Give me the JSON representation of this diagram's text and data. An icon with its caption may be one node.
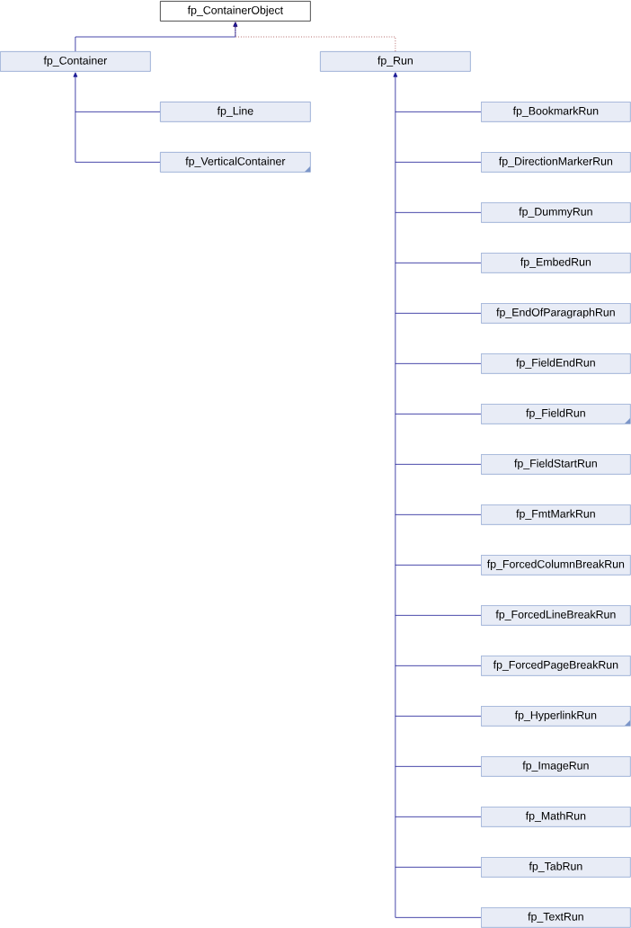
{
  "diagram": {
    "nodes": [
      {
        "text": [
          "fp_ContainerObject"
        ]
      },
      {
        "text": [
          "fp_Container"
        ]
      },
      {
        "text": [
          "fp_Run"
        ]
      },
      {
        "text": [
          "fp_Line"
        ]
      },
      {
        "text": [
          "fp_VerticalContainer"
        ]
      },
      {
        "text": [
          "fp_BookmarkRun"
        ]
      },
      {
        "text": [
          "fp_DirectionMarkerRun"
        ]
      },
      {
        "text": [
          "fp_DummyRun"
        ]
      },
      {
        "text": [
          "fp_EmbedRun"
        ]
      },
      {
        "text": [
          "fp_EndOfParagraphRun"
        ]
      },
      {
        "text": [
          "fp_FieldEndRun"
        ]
      },
      {
        "text": [
          "fp_FieldRun"
        ]
      },
      {
        "text": [
          "fp_FieldStartRun"
        ]
      },
      {
        "text": [
          "fp_FmtMarkRun"
        ]
      },
      {
        "text": [
          "fp_ForcedColumnBreakRun"
        ]
      },
      {
        "text": [
          "fp_ForcedLineBreakRun"
        ]
      },
      {
        "text": [
          "fp_ForcedPageBreakRun"
        ]
      },
      {
        "text": [
          "fp_HyperlinkRun"
        ]
      },
      {
        "text": [
          "fp_ImageRun"
        ]
      },
      {
        "text": [
          "fp_MathRun"
        ]
      },
      {
        "text": [
          "fp_TabRun"
        ]
      },
      {
        "text": [
          "fp_TextRun"
        ]
      }
    ],
    "edges": [
      {
        "from": 2,
        "to": 0,
        "arrow": "to",
        "style": "dashed",
        "color": "#8b1a1a"
      },
      {
        "from": 1,
        "to": 0,
        "arrow": "to"
      },
      {
        "from": 3,
        "to": 1,
        "arrow": "to"
      },
      {
        "from": 4,
        "to": 1,
        "arrow": "to"
      },
      {
        "from": 5,
        "to": 2,
        "arrow": "to"
      },
      {
        "from": 6,
        "to": 2,
        "arrow": "to"
      },
      {
        "from": 7,
        "to": 2,
        "arrow": "to"
      },
      {
        "from": 8,
        "to": 2,
        "arrow": "to"
      },
      {
        "from": 9,
        "to": 2,
        "arrow": "to"
      },
      {
        "from": 10,
        "to": 2,
        "arrow": "to"
      },
      {
        "from": 11,
        "to": 2,
        "arrow": "to"
      },
      {
        "from": 12,
        "to": 2,
        "arrow": "to"
      },
      {
        "from": 13,
        "to": 2,
        "arrow": "to"
      },
      {
        "from": 14,
        "to": 2,
        "arrow": "to"
      },
      {
        "from": 15,
        "to": 2,
        "arrow": "to"
      },
      {
        "from": 16,
        "to": 2,
        "arrow": "to"
      },
      {
        "from": 17,
        "to": 2,
        "arrow": "to"
      },
      {
        "from": 18,
        "to": 2,
        "arrow": "to"
      },
      {
        "from": 19,
        "to": 2,
        "arrow": "to"
      },
      {
        "from": 20,
        "to": 2,
        "arrow": "to"
      },
      {
        "from": 21,
        "to": 2,
        "arrow": "to"
      }
    ]
  }
}
